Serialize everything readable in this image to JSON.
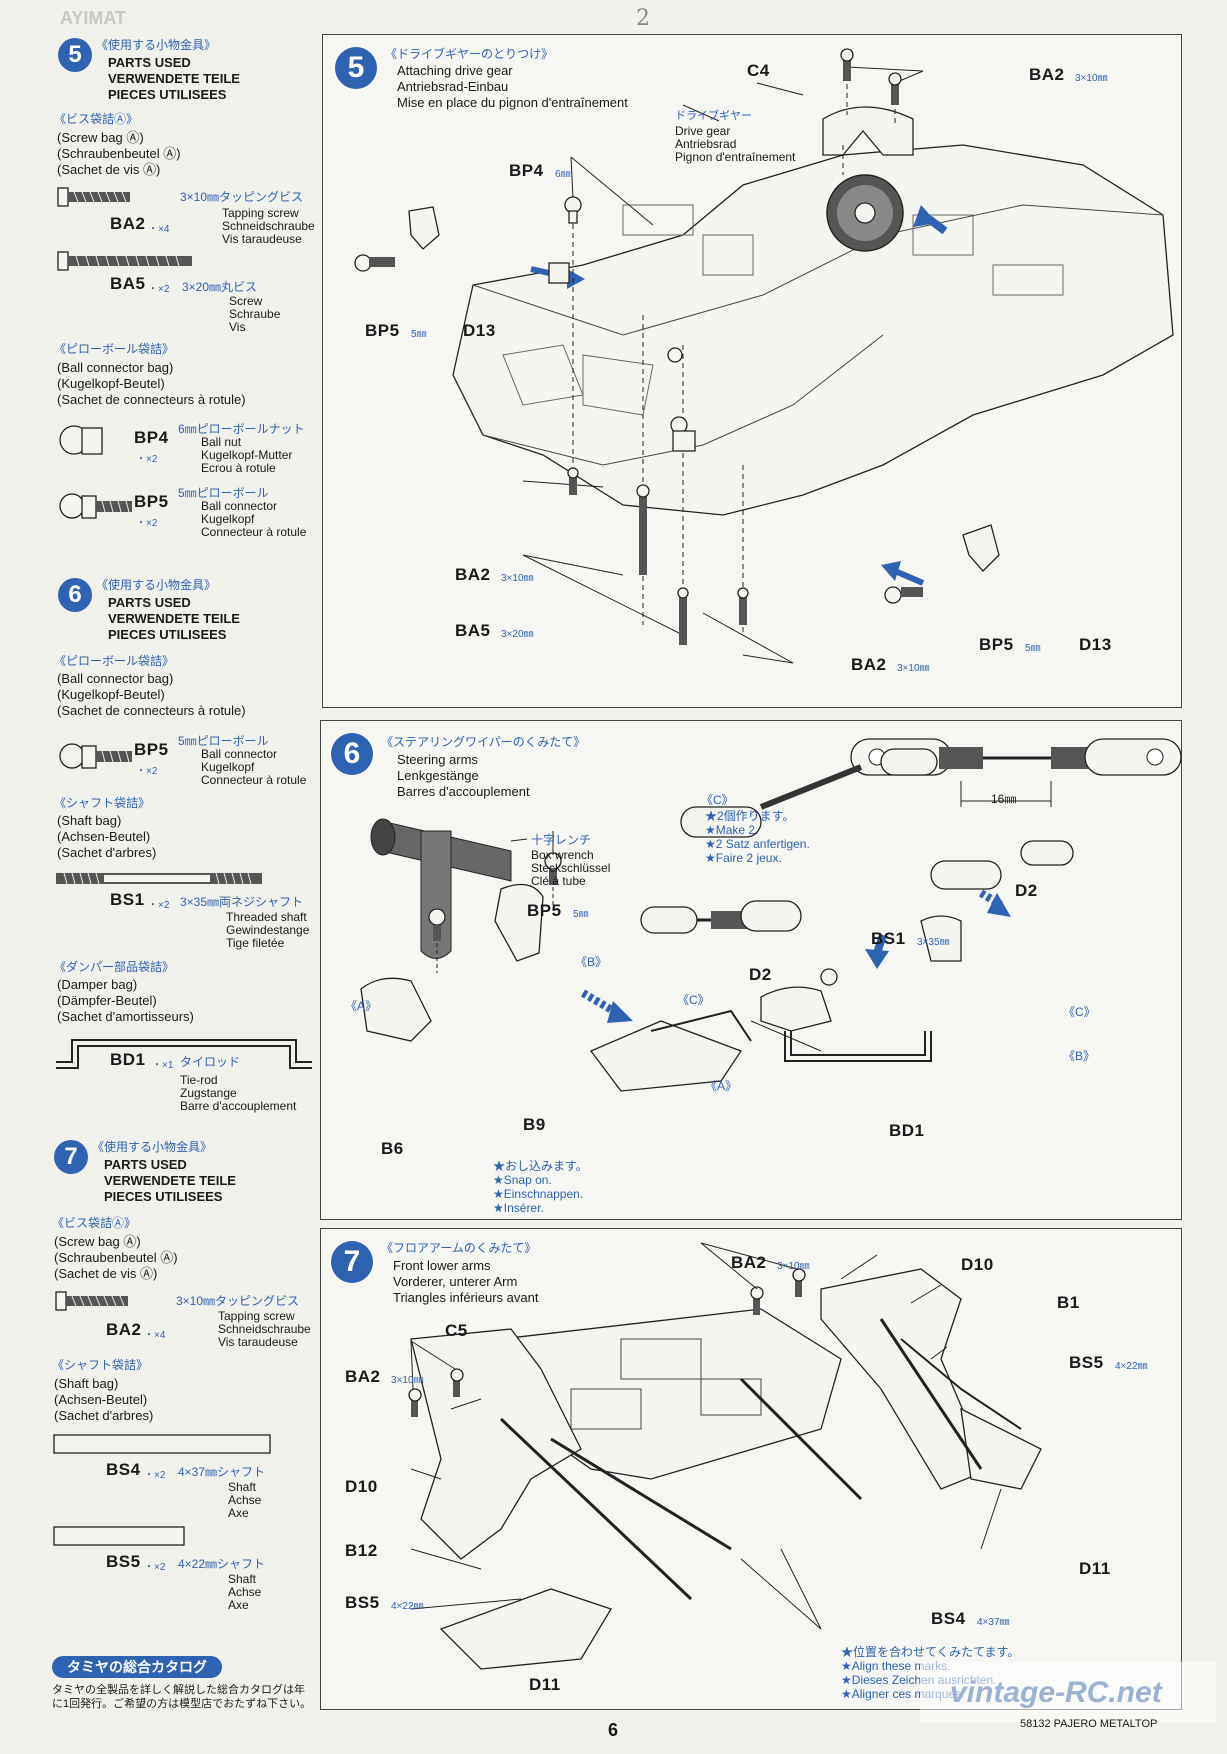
{
  "page": {
    "number": "6",
    "model": "58132 PAJERO METALTOP",
    "watermark": "vintage-RC.net",
    "handwritten": "2",
    "corner_text": "AYIMAT"
  },
  "sidebar": {
    "s5": {
      "num": "5",
      "jp": "《使用する小物金具》",
      "en": "PARTS USED",
      "de": "VERWENDETE TEILE",
      "fr": "PIECES UTILISEES",
      "bag1_jp": "《ビス袋詰Ⓐ》",
      "bag1_en": "(Screw bag Ⓐ)",
      "bag1_de": "(Schraubenbeutel Ⓐ)",
      "bag1_fr": "(Sachet de vis Ⓐ)",
      "ba2_code": "BA2",
      "ba2_qty": "・×4",
      "ba2_jp": "3×10㎜タッピングビス",
      "ba2_en": "Tapping screw",
      "ba2_de": "Schneidschraube",
      "ba2_fr": "Vis taraudeuse",
      "ba5_code": "BA5",
      "ba5_qty": "・×2",
      "ba5_jp": "3×20㎜丸ビス",
      "ba5_en": "Screw",
      "ba5_de": "Schraube",
      "ba5_fr": "Vis",
      "bag2_jp": "《ピローボール袋詰》",
      "bag2_en": "(Ball connector bag)",
      "bag2_de": "(Kugelkopf-Beutel)",
      "bag2_fr": "(Sachet de connecteurs à rotule)",
      "bp4_code": "BP4",
      "bp4_qty": "・×2",
      "bp4_jp": "6㎜ピローボールナット",
      "bp4_en": "Ball nut",
      "bp4_de": "Kugelkopf-Mutter",
      "bp4_fr": "Ecrou à rotule",
      "bp5_code": "BP5",
      "bp5_qty": "・×2",
      "bp5_jp": "5㎜ピローボール",
      "bp5_en": "Ball connector",
      "bp5_de": "Kugelkopf",
      "bp5_fr": "Connecteur à rotule"
    },
    "s6": {
      "num": "6",
      "jp": "《使用する小物金具》",
      "en": "PARTS USED",
      "de": "VERWENDETE TEILE",
      "fr": "PIECES UTILISEES",
      "bag1_jp": "《ピローボール袋詰》",
      "bag1_en": "(Ball connector bag)",
      "bag1_de": "(Kugelkopf-Beutel)",
      "bag1_fr": "(Sachet de connecteurs à rotule)",
      "bp5_code": "BP5",
      "bp5_qty": "・×2",
      "bp5_jp": "5㎜ピローボール",
      "bp5_en": "Ball connector",
      "bp5_de": "Kugelkopf",
      "bp5_fr": "Connecteur à rotule",
      "bag2_jp": "《シャフト袋詰》",
      "bag2_en": "(Shaft bag)",
      "bag2_de": "(Achsen-Beutel)",
      "bag2_fr": "(Sachet d'arbres)",
      "bs1_code": "BS1",
      "bs1_qty": "・×2",
      "bs1_jp": "3×35㎜両ネジシャフト",
      "bs1_en": "Threaded shaft",
      "bs1_de": "Gewindestange",
      "bs1_fr": "Tige filetée",
      "bag3_jp": "《ダンパー部品袋詰》",
      "bag3_en": "(Damper bag)",
      "bag3_de": "(Dämpfer-Beutel)",
      "bag3_fr": "(Sachet d'amortisseurs)",
      "bd1_code": "BD1",
      "bd1_qty": "・×1",
      "bd1_jp": "タイロッド",
      "bd1_en": "Tie-rod",
      "bd1_de": "Zugstange",
      "bd1_fr": "Barre d'accouplement"
    },
    "s7": {
      "num": "7",
      "jp": "《使用する小物金具》",
      "en": "PARTS USED",
      "de": "VERWENDETE TEILE",
      "fr": "PIECES UTILISEES",
      "bag1_jp": "《ビス袋詰Ⓐ》",
      "bag1_en": "(Screw bag Ⓐ)",
      "bag1_de": "(Schraubenbeutel Ⓐ)",
      "bag1_fr": "(Sachet de vis Ⓐ)",
      "ba2_code": "BA2",
      "ba2_qty": "・×4",
      "ba2_jp": "3×10㎜タッピングビス",
      "ba2_en": "Tapping screw",
      "ba2_de": "Schneidschraube",
      "ba2_fr": "Vis taraudeuse",
      "bag2_jp": "《シャフト袋詰》",
      "bag2_en": "(Shaft bag)",
      "bag2_de": "(Achsen-Beutel)",
      "bag2_fr": "(Sachet d'arbres)",
      "bs4_code": "BS4",
      "bs4_qty": "・×2",
      "bs4_jp": "4×37㎜シャフト",
      "bs4_en": "Shaft",
      "bs4_de": "Achse",
      "bs4_fr": "Axe",
      "bs5_code": "BS5",
      "bs5_qty": "・×2",
      "bs5_jp": "4×22㎜シャフト",
      "bs5_en": "Shaft",
      "bs5_de": "Achse",
      "bs5_fr": "Axe"
    },
    "catalog": {
      "title": "タミヤの総合カタログ",
      "line1": "タミヤの全製品を詳しく解説した総合カタログは年",
      "line2": "に1回発行。ご希望の方は模型店でおたずね下さい。"
    }
  },
  "step5": {
    "num": "5",
    "jp": "《ドライブギヤーのとりつけ》",
    "en": "Attaching drive gear",
    "de": "Antriebsrad-Einbau",
    "fr": "Mise en place du pignon d'entraînement",
    "gear_jp": "ドライブギヤー",
    "gear_en": "Drive gear",
    "gear_de": "Antriebsrad",
    "gear_fr": "Pignon d'entraînement",
    "labels": {
      "c4": "C4",
      "ba2_top": "BA2",
      "ba2_top_sz": "3×10㎜",
      "bp4": "BP4",
      "bp4_sz": "6㎜",
      "bp5_l": "BP5",
      "bp5_l_sz": "5㎜",
      "d13_l": "D13",
      "ba2_mid": "BA2",
      "ba2_mid_sz": "3×10㎜",
      "ba5": "BA5",
      "ba5_sz": "3×20㎜",
      "ba2_bot": "BA2",
      "ba2_bot_sz": "3×10㎜",
      "bp5_r": "BP5",
      "bp5_r_sz": "5㎜",
      "d13_r": "D13"
    }
  },
  "step6": {
    "num": "6",
    "jp": "《ステアリングワイパーのくみたて》",
    "en": "Steering arms",
    "de": "Lenkgestänge",
    "fr": "Barres d'accouplement",
    "wrench_jp": "十字レンチ",
    "wrench_en": "Box wrench",
    "wrench_de": "Steckschlüssel",
    "wrench_fr": "Clé à tube",
    "dim": "16㎜",
    "c_note": "《C》",
    "make_jp": "★2個作ります。",
    "make_en": "★Make 2.",
    "make_de": "★2 Satz anfertigen.",
    "make_fr": "★Faire 2 jeux.",
    "snap_jp": "★おし込みます。",
    "snap_en": "★Snap on.",
    "snap_de": "★Einschnappen.",
    "snap_fr": "★Insérer.",
    "labels": {
      "bp5": "BP5",
      "bp5_sz": "5㎜",
      "a1": "《A》",
      "b1": "《B》",
      "b6": "B6",
      "b9": "B9",
      "c1": "《C》",
      "a2": "《A》",
      "d2a": "D2",
      "d2b": "D2",
      "bs1": "BS1",
      "bs1_sz": "3×35㎜",
      "c2": "《C》",
      "b2": "《B》",
      "bd1": "BD1"
    }
  },
  "step7": {
    "num": "7",
    "jp": "《フロアアームのくみたて》",
    "en": "Front lower arms",
    "de": "Vorderer, unterer Arm",
    "fr": "Triangles inférieurs avant",
    "align_jp": "★位置を合わせてくみたてます。",
    "align_en": "★Align these marks.",
    "align_de": "★Dieses Zeichen ausrichten.",
    "align_fr": "★Aligner ces marques.",
    "labels": {
      "ba2_a": "BA2",
      "ba2_a_sz": "3×10㎜",
      "d10_a": "D10",
      "b1": "B1",
      "c5": "C5",
      "bs5_r": "BS5",
      "bs5_r_sz": "4×22㎜",
      "ba2_b": "BA2",
      "ba2_b_sz": "3×10㎜",
      "d10_b": "D10",
      "b12": "B12",
      "bs5_l": "BS5",
      "bs5_l_sz": "4×22㎜",
      "d11_a": "D11",
      "bs4": "BS4",
      "bs4_sz": "4×37㎜",
      "d11_b": "D11"
    }
  }
}
